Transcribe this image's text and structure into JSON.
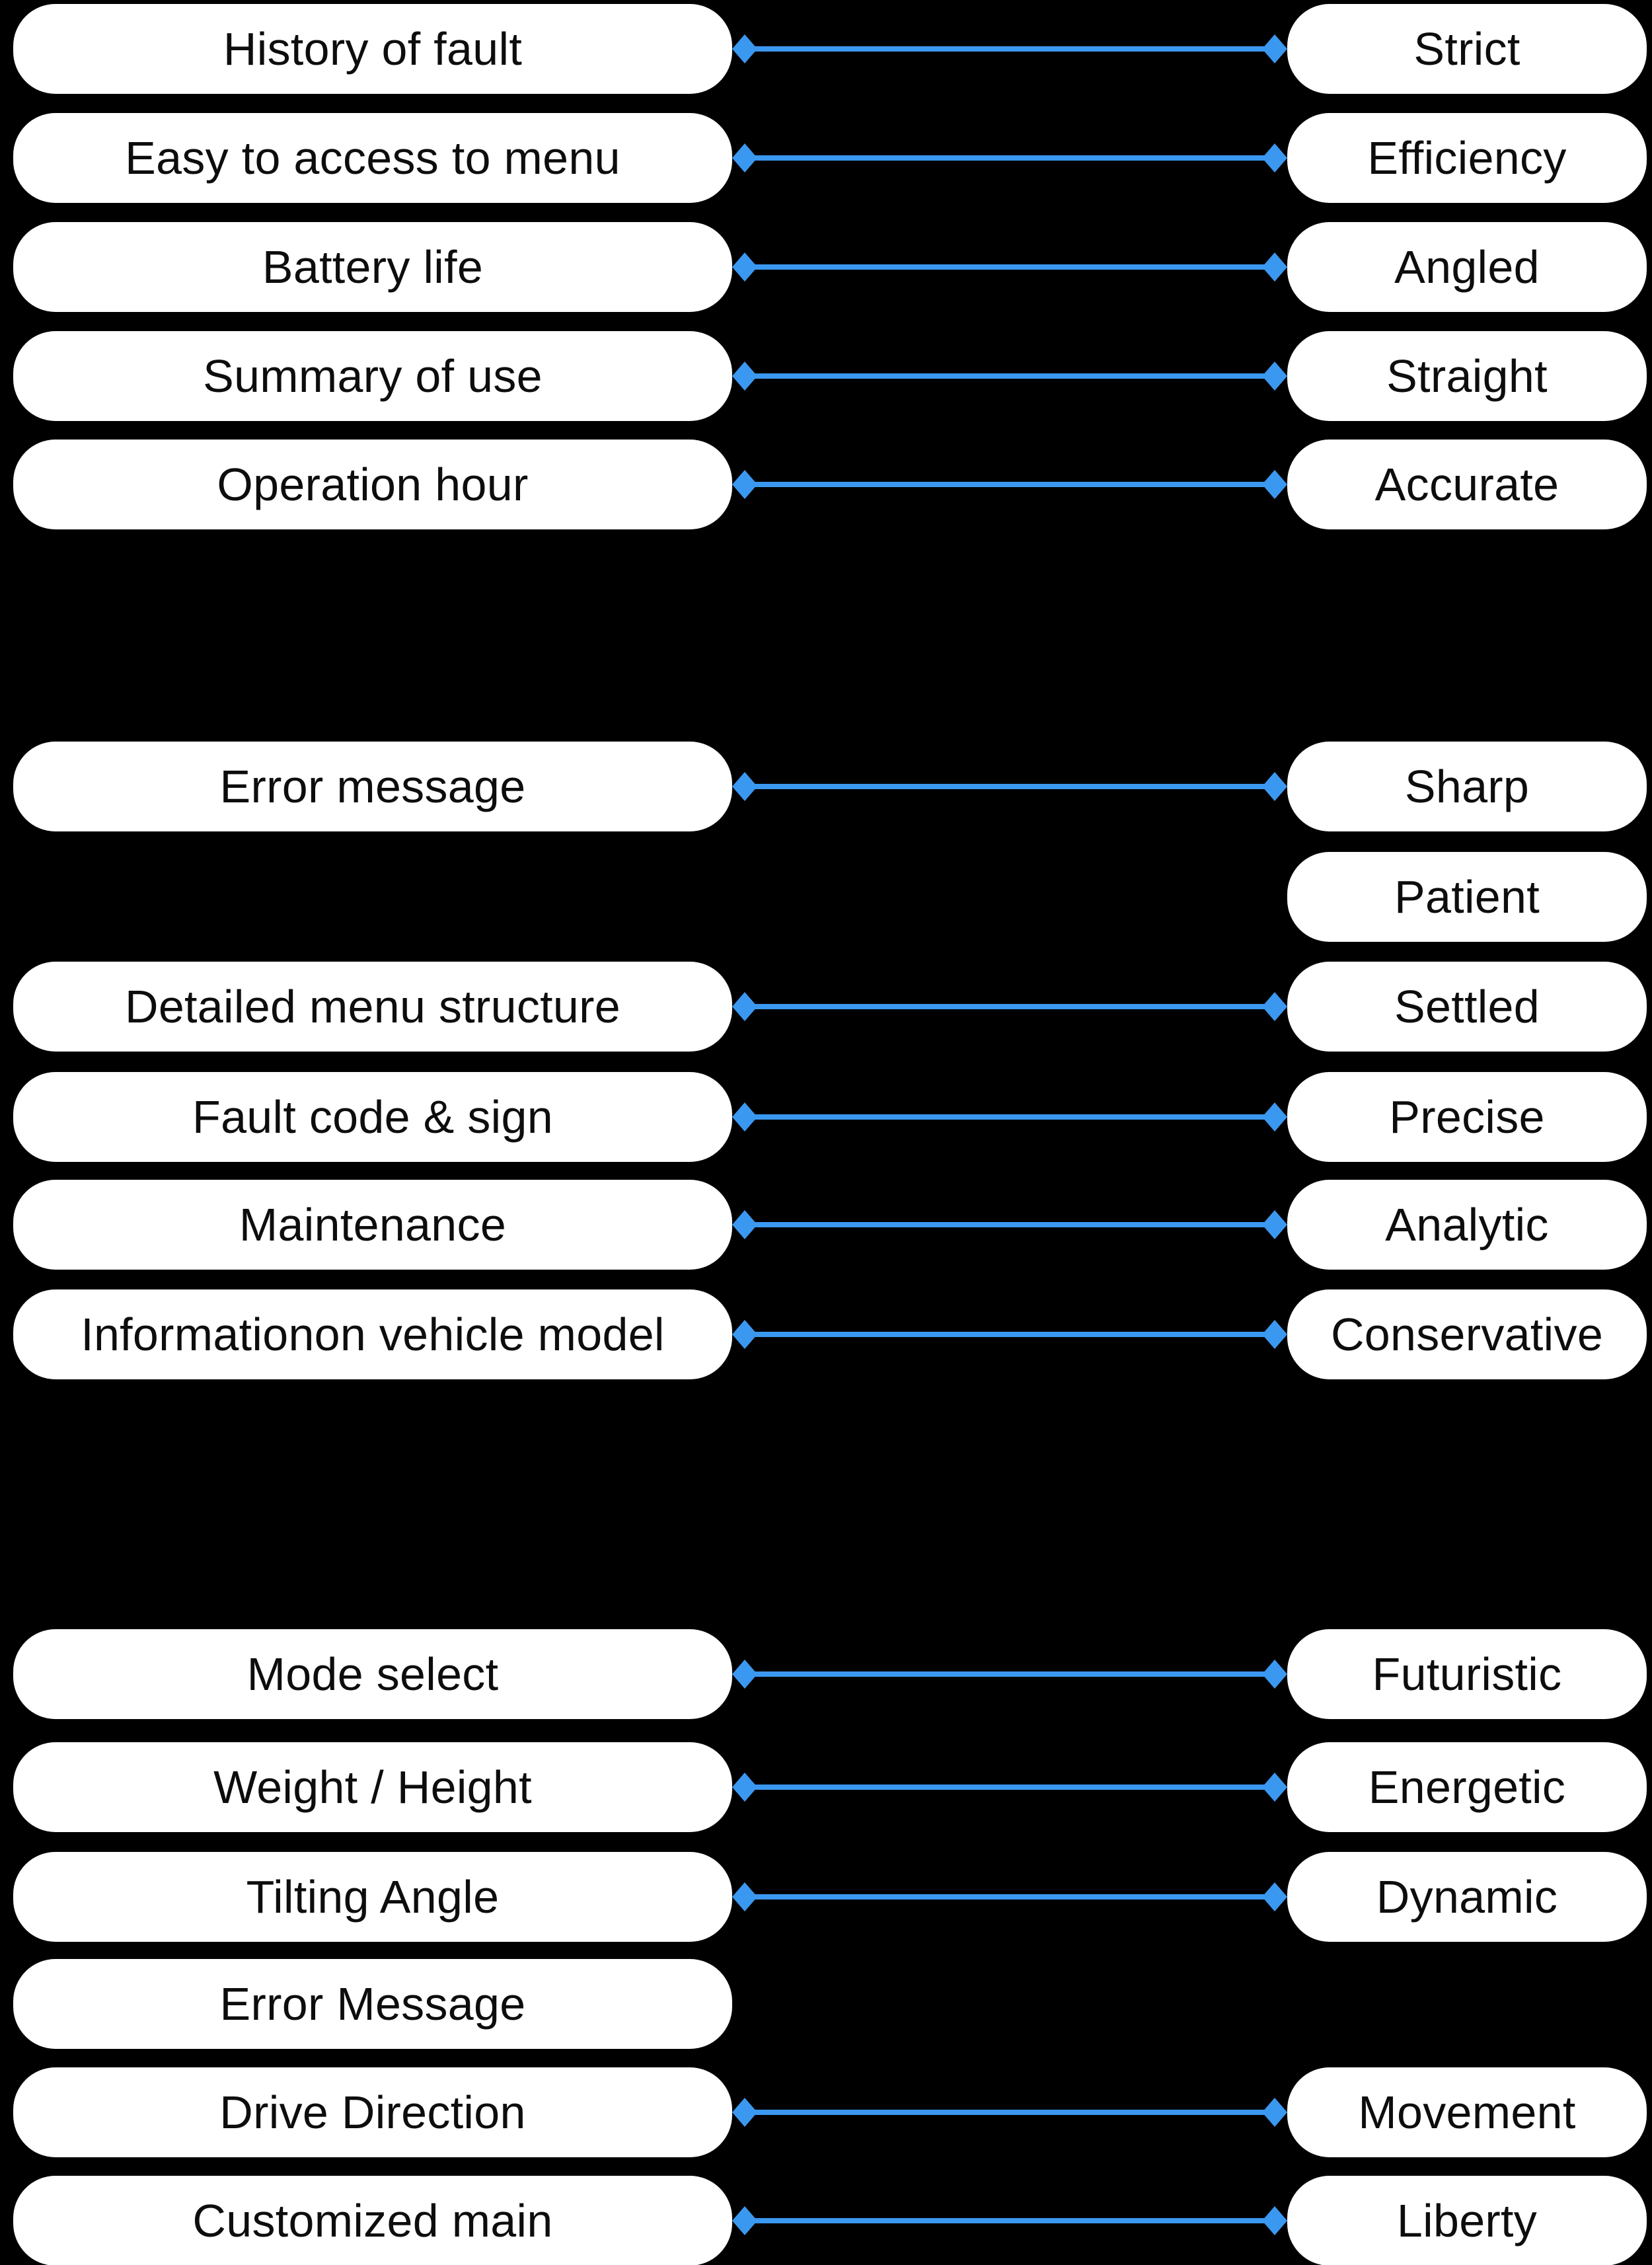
{
  "colors": {
    "bg": "#000000",
    "pill-bg": "#ffffff",
    "pill-text": "#0d0d0d",
    "accent": "#3B98F0"
  },
  "icons": {
    "endpoint": "diamond-icon"
  },
  "rows": [
    {
      "left": "History of fault",
      "right": "Strict",
      "connected": true
    },
    {
      "left": "Easy to access to menu",
      "right": "Efficiency",
      "connected": true
    },
    {
      "left": "Battery life",
      "right": "Angled",
      "connected": true
    },
    {
      "left": "Summary of use",
      "right": "Straight",
      "connected": true
    },
    {
      "left": "Operation hour",
      "right": "Accurate",
      "connected": true
    },
    {
      "left": "Error message",
      "right": "Sharp",
      "connected": true
    },
    {
      "right": "Patient",
      "connected": false
    },
    {
      "left": "Detailed menu structure",
      "right": "Settled",
      "connected": true
    },
    {
      "left": "Fault code & sign",
      "right": "Precise",
      "connected": true
    },
    {
      "left": "Maintenance",
      "right": "Analytic",
      "connected": true
    },
    {
      "left": "Informationon vehicle model",
      "right": "Conservative",
      "connected": true
    },
    {
      "left": "Mode select",
      "right": "Futuristic",
      "connected": true
    },
    {
      "left": "Weight / Height",
      "right": "Energetic",
      "connected": true
    },
    {
      "left": "Tilting Angle",
      "right": "Dynamic",
      "connected": true
    },
    {
      "left": "Error Message",
      "connected": false
    },
    {
      "left": "Drive Direction",
      "right": "Movement",
      "connected": true
    },
    {
      "left": "Customized main",
      "right": "Liberty",
      "connected": true
    }
  ]
}
